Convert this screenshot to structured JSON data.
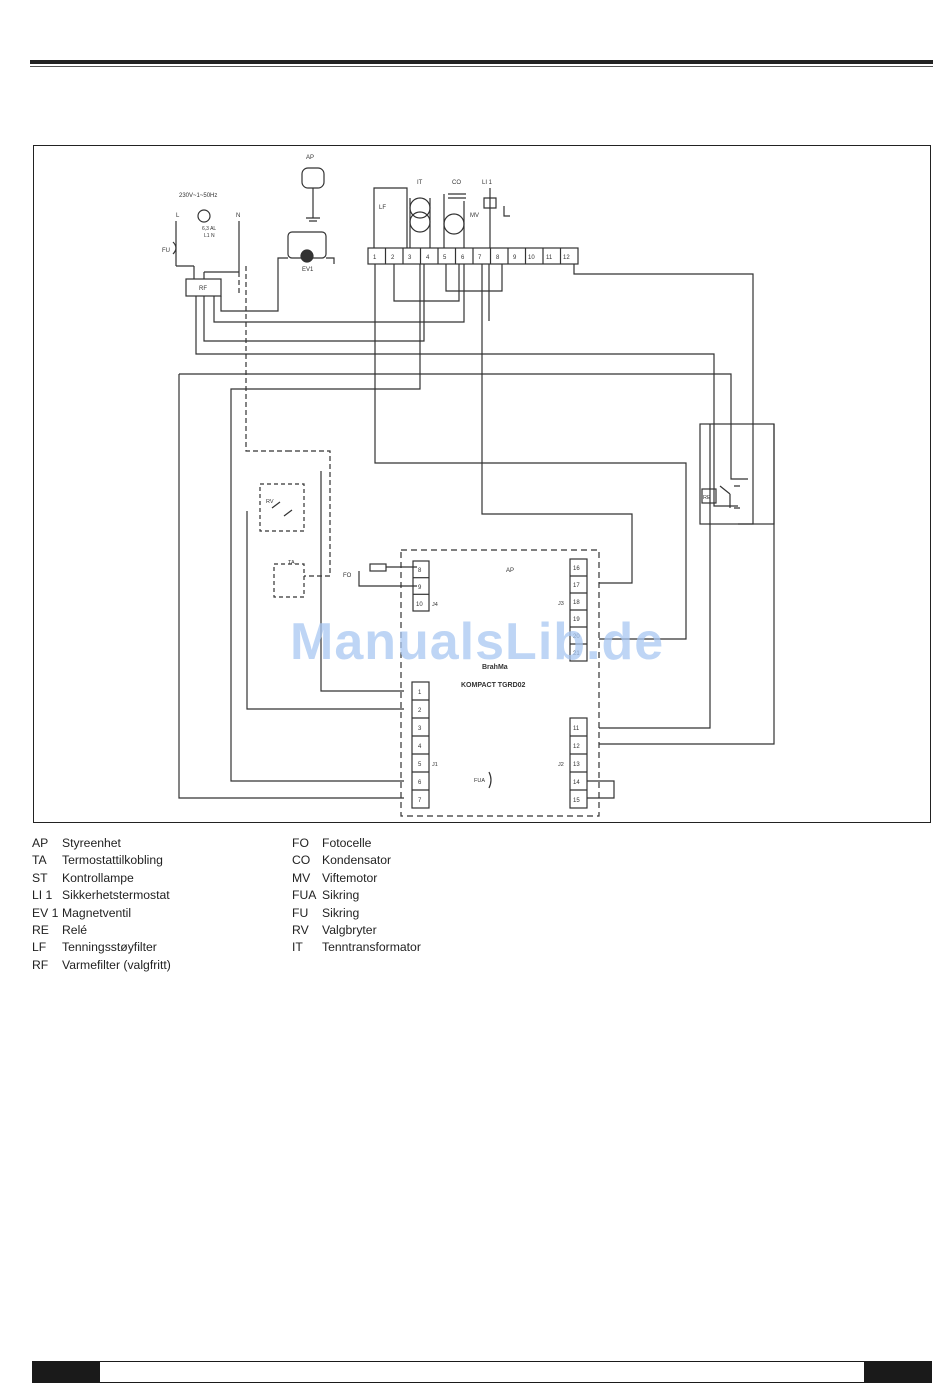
{
  "diagram": {
    "supply_label": "230V~1~50Hz",
    "fuse_rating": "6,3 AL",
    "wiring_label": "L1 N",
    "labels": {
      "l": "L",
      "n": "N",
      "fu": "FU",
      "rf": "RF",
      "ap_top": "AP",
      "ev1": "EV1",
      "it": "IT",
      "co": "CO",
      "li1": "LI 1",
      "mv": "MV",
      "lf": "LF",
      "ta": "TA",
      "re": "RE",
      "rv": "RV",
      "fo": "FO",
      "ap_board": "AP",
      "j1": "J1",
      "j2": "J2",
      "j3": "J3",
      "j4": "J4",
      "fua": "FUA"
    },
    "terminal_strip": [
      "1",
      "2",
      "3",
      "4",
      "5",
      "6",
      "7",
      "8",
      "9",
      "10",
      "11",
      "12"
    ],
    "controller": {
      "brand": "BrahMa",
      "model": "KOMPACT TGRD02"
    },
    "j4_terminals": [
      "8",
      "9",
      "10"
    ],
    "j3_terminals": [
      "16",
      "17",
      "18",
      "19",
      "20",
      "21"
    ],
    "j1_terminals": [
      "1",
      "2",
      "3",
      "4",
      "5",
      "6",
      "7"
    ],
    "j2_terminals": [
      "11",
      "12",
      "13",
      "14",
      "15"
    ]
  },
  "watermark": "ManualsLib.de",
  "legend_left": [
    {
      "code": "AP",
      "desc": "Styreenhet"
    },
    {
      "code": "TA",
      "desc": "Termostattilkobling"
    },
    {
      "code": "ST",
      "desc": "Kontrollampe"
    },
    {
      "code": "LI 1",
      "desc": "Sikkerhetstermostat"
    },
    {
      "code": "EV 1",
      "desc": "Magnetventil"
    },
    {
      "code": "RE",
      "desc": "Relé"
    },
    {
      "code": "LF",
      "desc": "Tenningsstøyfilter"
    },
    {
      "code": "RF",
      "desc": "Varmefilter (valgfritt)"
    }
  ],
  "legend_right": [
    {
      "code": "FO",
      "desc": "Fotocelle"
    },
    {
      "code": "CO",
      "desc": "Kondensator"
    },
    {
      "code": "MV",
      "desc": "Viftemotor"
    },
    {
      "code": "FUA",
      "desc": "Sikring"
    },
    {
      "code": "FU",
      "desc": "Sikring"
    },
    {
      "code": "RV",
      "desc": "Valgbryter"
    },
    {
      "code": "IT",
      "desc": "Tenntransformator"
    }
  ]
}
